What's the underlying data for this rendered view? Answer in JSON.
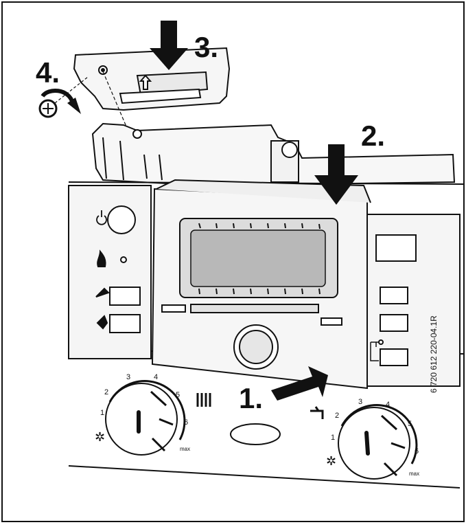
{
  "steps": {
    "step1": "1.",
    "step2": "2.",
    "step3": "3.",
    "step4": "4."
  },
  "heating_dial": {
    "scale": [
      "1",
      "2",
      "3",
      "4",
      "5",
      "6"
    ],
    "max_label": "max"
  },
  "hot_water_dial": {
    "scale": [
      "1",
      "2",
      "3",
      "4",
      "5",
      "6"
    ],
    "max_label": "max"
  },
  "reference_code": "6 720 612 220-04.1R",
  "colors": {
    "line": "#111111",
    "panel_fill": "#f4f4f4",
    "display_fill": "#b8b8b8",
    "background": "#ffffff"
  }
}
